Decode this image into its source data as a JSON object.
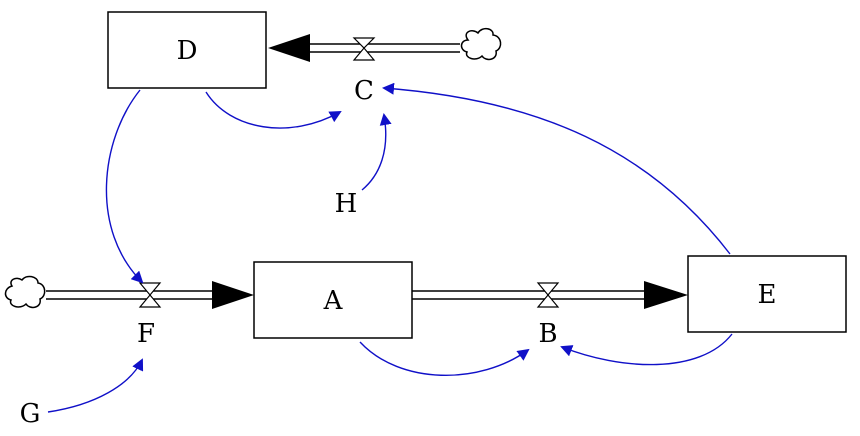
{
  "stocks": {
    "D": "D",
    "A": "A",
    "E": "E"
  },
  "flows": {
    "C": "C",
    "F": "F",
    "B": "B"
  },
  "auxiliaries": {
    "H": "H",
    "G": "G"
  },
  "colors": {
    "link": "#1010c8",
    "pipe": "#000000",
    "background": "#ffffff"
  }
}
